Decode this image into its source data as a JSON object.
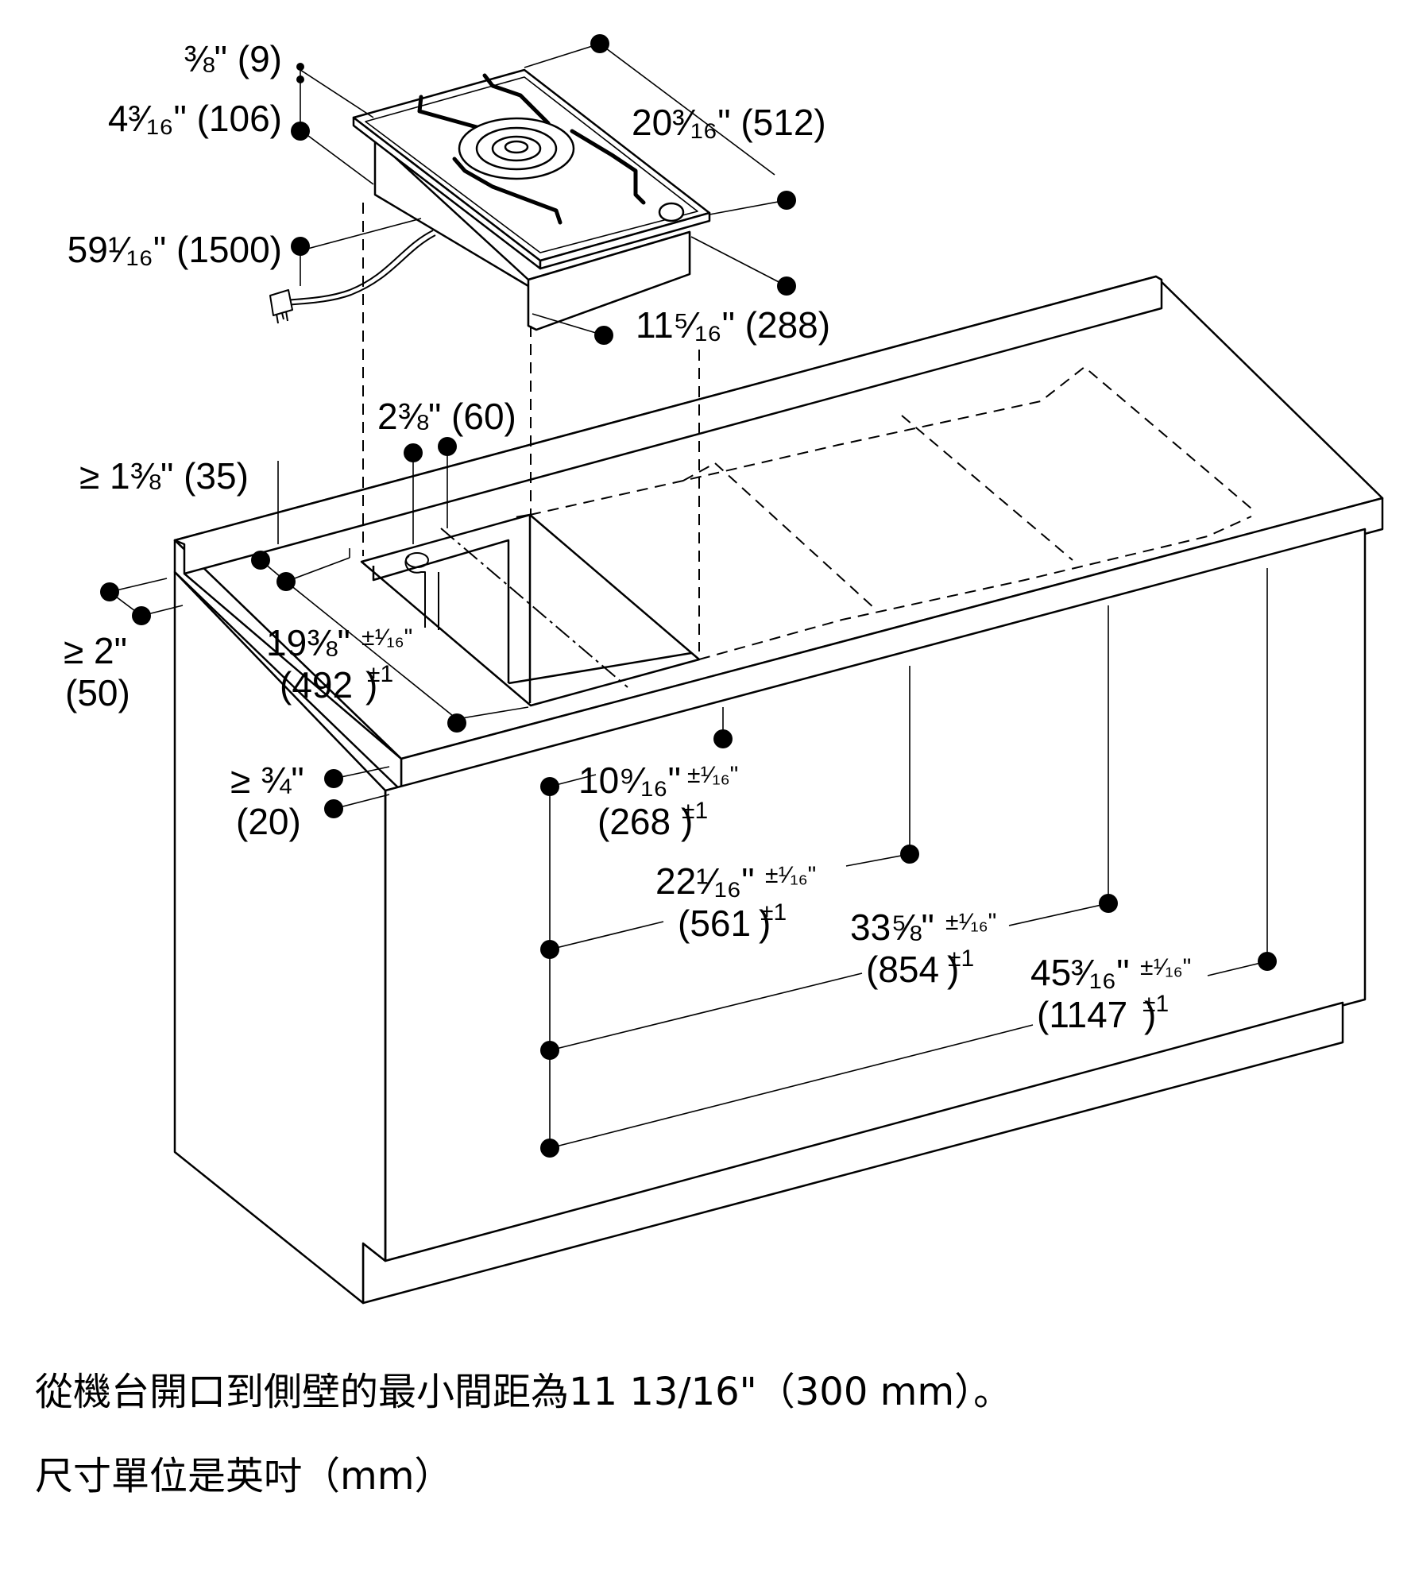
{
  "dimensions": {
    "d_flange": "⅜\" (9)",
    "d_height": "4³⁄₁₆\" (106)",
    "d_cord": "59¹⁄₁₆\" (1500)",
    "d_depth": "20³⁄₁₆\" (512)",
    "d_width": "11⁵⁄₁₆\" (288)",
    "d_gas": "2⅜\" (60)",
    "d_rear_a": "≥ 1⅜\" (35)",
    "d_front_in": "≥ 2\"",
    "d_front_mm": "(50)",
    "d_cut_depth_in": "19⅜\"",
    "d_cut_depth_tol": "±¹⁄₁₆\"",
    "d_cut_depth_mm": "(492",
    "d_cut_depth_mm_tol": "±1",
    "d_overhang_in": "≥ ¾\"",
    "d_overhang_mm": "(20)",
    "d_cut1_in": "10⁹⁄₁₆\"",
    "d_cut1_tol": "±¹⁄₁₆\"",
    "d_cut1_mm": "(268",
    "d_cut1_mm_tol": "±1",
    "d_cut2_in": "22¹⁄₁₆\"",
    "d_cut2_tol": "±¹⁄₁₆\"",
    "d_cut2_mm": "(561",
    "d_cut2_mm_tol": "±1",
    "d_cut3_in": "33⅝\"",
    "d_cut3_tol": "±¹⁄₁₆\"",
    "d_cut3_mm": "(854",
    "d_cut3_mm_tol": "±1",
    "d_cut4_in": "45³⁄₁₆\"",
    "d_cut4_tol": "±¹⁄₁₆\"",
    "d_cut4_mm": "(1147",
    "d_cut4_mm_tol": "±1"
  },
  "captions": {
    "note": "從機台開口到側壁的最小間距為11 13/16\"（300 mm）。",
    "units": "尺寸單位是英吋（mm）"
  }
}
